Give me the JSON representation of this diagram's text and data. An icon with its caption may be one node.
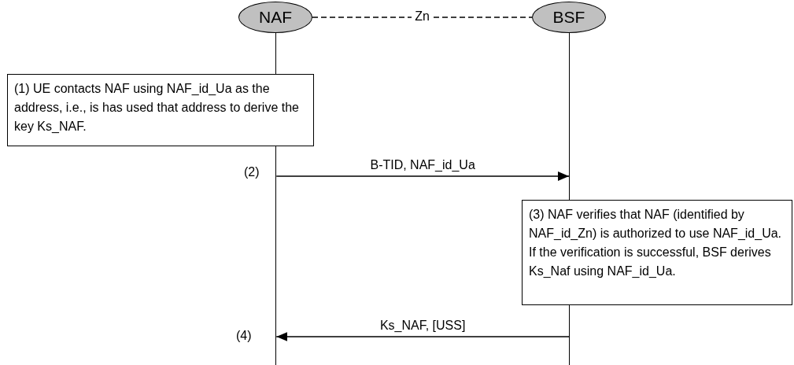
{
  "diagram": {
    "nodes": [
      {
        "text": [
          "NAF"
        ]
      },
      {
        "text": [
          "BSF"
        ]
      },
      {
        "text": [],
        "shape": "bar"
      },
      {
        "text": [],
        "shape": "bar"
      },
      {
        "text": [
          "(1) UE contacts NAF using NAF_id_Ua as the address, i.e., is has used that address to derive the key Ks_NAF."
        ]
      },
      {
        "text": [
          "(3) NAF verifies that NAF (identified by NAF_id_Zn) is authorized to use NAF_id_Ua. If the verification is successful, BSF derives Ks_Naf using NAF_id_Ua."
        ]
      }
    ],
    "edges": [
      {
        "from": 0,
        "to": 1,
        "arrow": "none",
        "label": "Zn",
        "style": "dashed"
      },
      {
        "from": 2,
        "to": 3,
        "arrow": "to",
        "label": "B-TID, NAF_id_Ua"
      },
      {
        "from": 3,
        "to": 2,
        "arrow": "to",
        "label": "Ks_NAF, [USS]"
      }
    ],
    "labels": [
      "(2)",
      "(4)"
    ]
  }
}
